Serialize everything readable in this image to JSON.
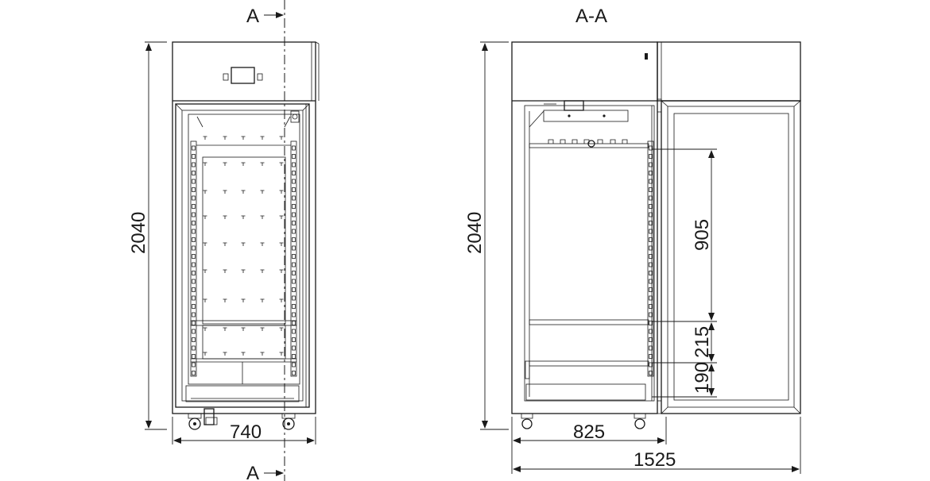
{
  "front_view": {
    "section_marker_top": "A",
    "section_marker_bottom": "A",
    "height_label": "2040",
    "width_label": "740"
  },
  "section_view": {
    "title": "A-A",
    "height_label": "2040",
    "depth_label": "825",
    "open_depth_label": "1525",
    "shelf_gap_label": "905",
    "lower_gap_label": "215",
    "bottom_gap_label": "190"
  }
}
